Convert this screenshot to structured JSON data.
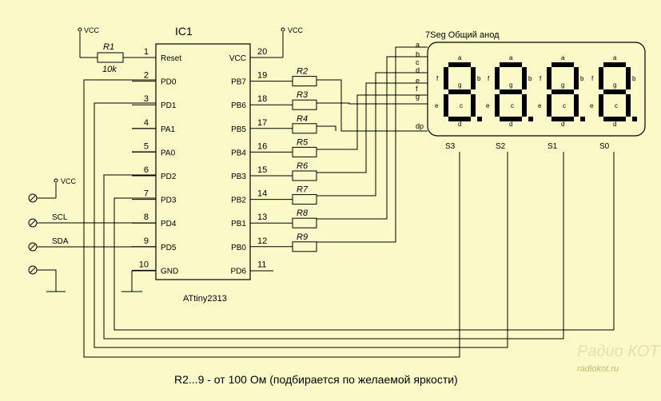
{
  "ic": {
    "ref": "IC1",
    "part": "ATtiny2313",
    "left_pins": [
      {
        "num": "1",
        "name": "Reset"
      },
      {
        "num": "2",
        "name": "PD0"
      },
      {
        "num": "3",
        "name": "PD1"
      },
      {
        "num": "4",
        "name": "PA1"
      },
      {
        "num": "5",
        "name": "PA0"
      },
      {
        "num": "6",
        "name": "PD2"
      },
      {
        "num": "7",
        "name": "PD3"
      },
      {
        "num": "8",
        "name": "PD4"
      },
      {
        "num": "9",
        "name": "PD5"
      },
      {
        "num": "10",
        "name": "GND"
      }
    ],
    "right_pins": [
      {
        "num": "20",
        "name": "VCC"
      },
      {
        "num": "19",
        "name": "PB7"
      },
      {
        "num": "18",
        "name": "PB6"
      },
      {
        "num": "17",
        "name": "PB5"
      },
      {
        "num": "16",
        "name": "PB4"
      },
      {
        "num": "15",
        "name": "PB3"
      },
      {
        "num": "14",
        "name": "PB2"
      },
      {
        "num": "13",
        "name": "PB1"
      },
      {
        "num": "12",
        "name": "PB0"
      },
      {
        "num": "11",
        "name": "PD6"
      }
    ]
  },
  "power": {
    "vcc_label": "VCC"
  },
  "r1": {
    "ref": "R1",
    "value": "10k"
  },
  "resistors": [
    "R2",
    "R3",
    "R4",
    "R5",
    "R6",
    "R7",
    "R8",
    "R9"
  ],
  "display": {
    "title": "7Seg Общий анод",
    "segment_lines": [
      "a",
      "b",
      "c",
      "d",
      "e",
      "f",
      "g",
      "dp"
    ],
    "segment_letters": {
      "a": "a",
      "b": "b",
      "c": "c",
      "d": "d",
      "e": "e",
      "f": "f",
      "g": "g"
    },
    "selects": [
      "S3",
      "S2",
      "S1",
      "S0"
    ]
  },
  "connector": {
    "scl": "SCL",
    "sda": "SDA"
  },
  "footnote": "R2...9 - от 100 Ом (подбирается по желаемой яркости)",
  "watermark": {
    "logo": "Радио КОТ",
    "site": "radiokot.ru"
  }
}
